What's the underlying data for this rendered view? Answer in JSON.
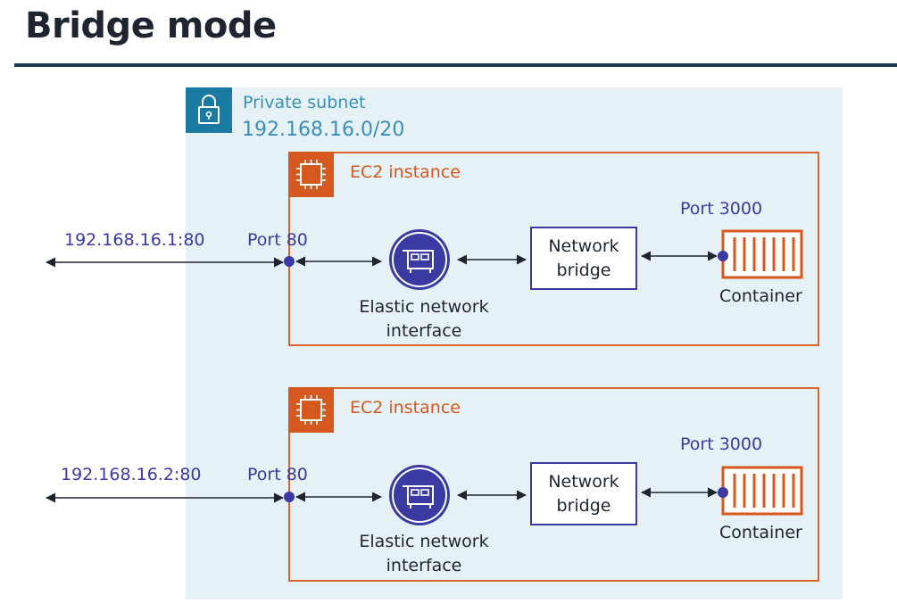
{
  "title": "Bridge mode",
  "subnet": {
    "name": "Private subnet",
    "cidr": "192.168.16.0/20",
    "icon": "lock-icon"
  },
  "instances": [
    {
      "label": "EC2 instance",
      "icon": "chip-icon",
      "external_address": "192.168.16.1:80",
      "host_port": "Port 80",
      "eni_label_line1": "Elastic network",
      "eni_label_line2": "interface",
      "bridge_line1": "Network",
      "bridge_line2": "bridge",
      "container_port": "Port 3000",
      "container_label": "Container"
    },
    {
      "label": "EC2 instance",
      "icon": "chip-icon",
      "external_address": "192.168.16.2:80",
      "host_port": "Port 80",
      "eni_label_line1": "Elastic network",
      "eni_label_line2": "interface",
      "bridge_line1": "Network",
      "bridge_line2": "bridge",
      "container_port": "Port 3000",
      "container_label": "Container"
    }
  ],
  "colors": {
    "subnet_bg": "#e6f1f6",
    "subnet_accent": "#1a7aa1",
    "ec2_orange": "#d5581f",
    "diagram_blue": "#3b3aa0",
    "title_rule": "#1f3a4d"
  }
}
